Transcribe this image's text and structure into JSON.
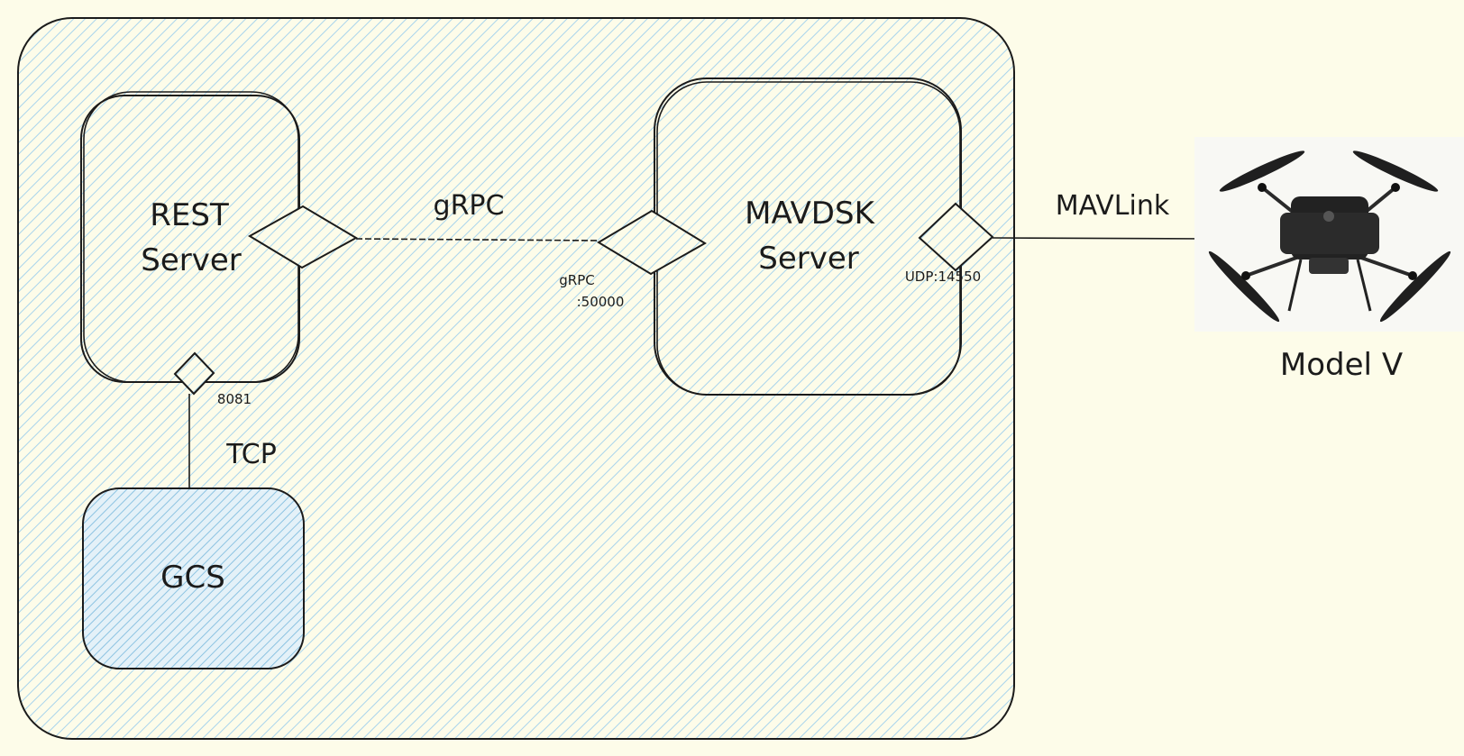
{
  "colors": {
    "background": "#fdfce9",
    "hatch": "#a8d4ec",
    "stroke": "#1b1b1b",
    "gcs_fill": "#e4f1f8"
  },
  "nodes": {
    "rest_server": {
      "line1": "REST",
      "line2": "Server",
      "port": "8081"
    },
    "mavsdk_server": {
      "line1": "MAVDSK",
      "line2": "Server",
      "port_grpc_line1": "gRPC",
      "port_grpc_line2": ":50000",
      "port_udp": "UDP:14550"
    },
    "gcs": {
      "label": "GCS"
    },
    "drone": {
      "label": "Model V",
      "icon": "quadcopter-drone-icon"
    }
  },
  "edges": {
    "rest_to_mavsdk": "gRPC",
    "gcs_to_rest": "TCP",
    "mavsdk_to_drone": "MAVLink"
  }
}
